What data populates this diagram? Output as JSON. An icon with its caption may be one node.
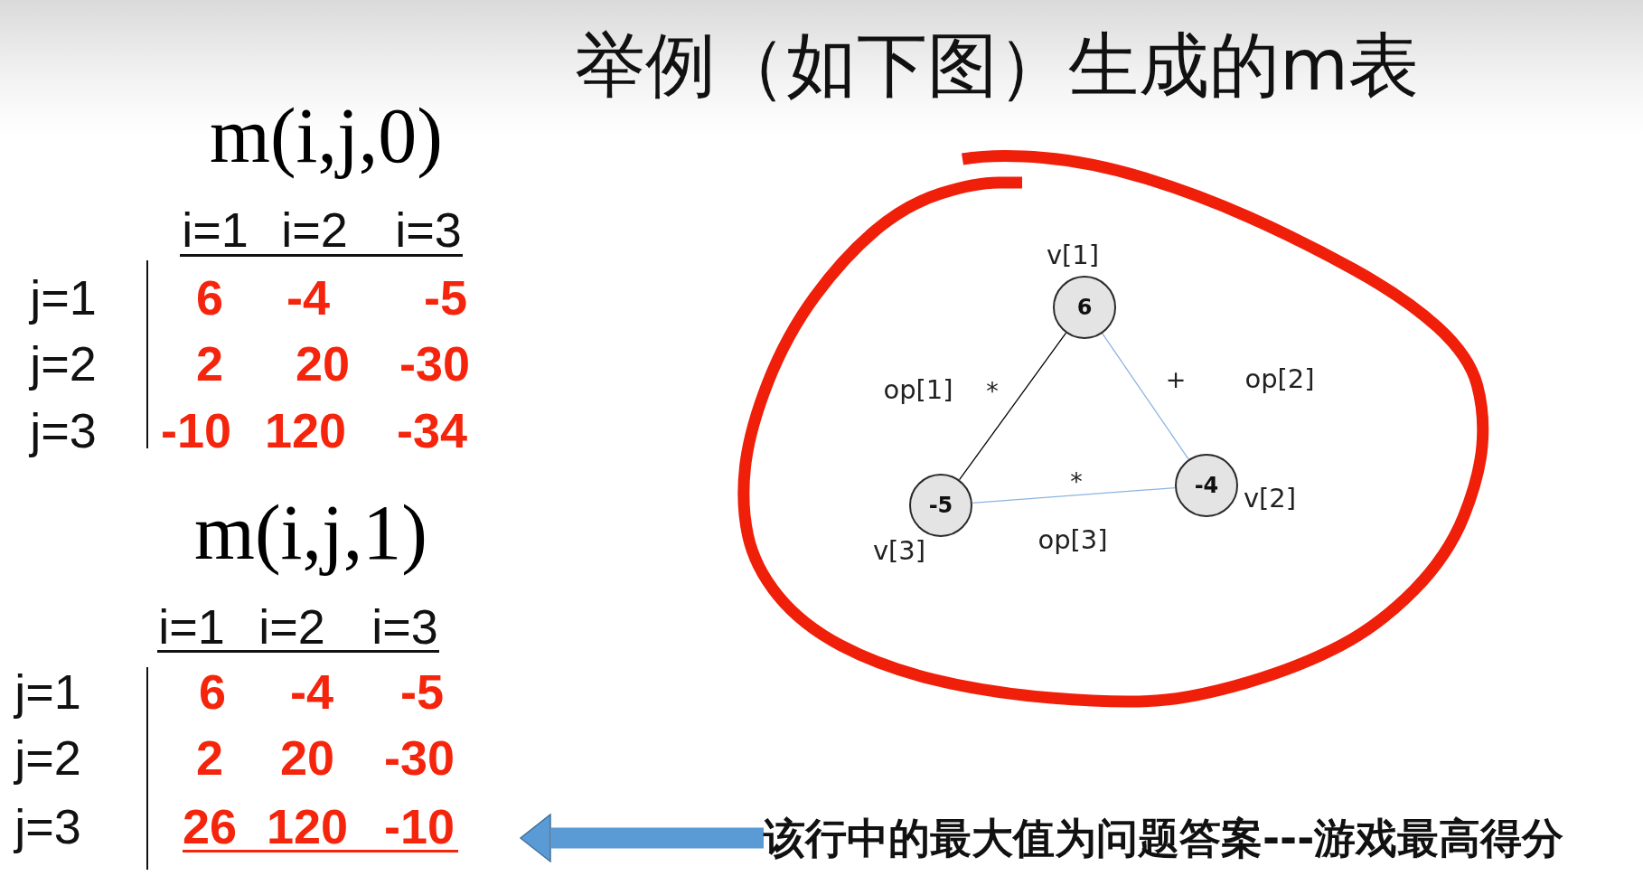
{
  "diagram": {
    "title": "举例（如下图）生成的m表",
    "nodes": [
      {
        "text": [
          "6"
        ],
        "beside": [
          "v[1]"
        ]
      },
      {
        "text": [
          "-4"
        ],
        "beside": [
          "v[2]"
        ]
      },
      {
        "text": [
          "-5"
        ],
        "beside": [
          "v[3]"
        ]
      },
      {
        "text": [
          "该行中的最大值为问题答案---游戏最高得分"
        ]
      }
    ],
    "edges": [
      {
        "from": 0,
        "to": 2,
        "arrow": "none",
        "label": "*",
        "color": "#000000"
      },
      {
        "from": 0,
        "to": 1,
        "arrow": "none",
        "label": "+"
      },
      {
        "from": 2,
        "to": 1,
        "arrow": "none",
        "label": "*"
      },
      {
        "from": 3,
        "to": null,
        "arrow": "to",
        "style": "thick",
        "color": "#5b9bd5"
      }
    ],
    "labels": [
      "m(i,j,0)",
      "i=1",
      "i=2",
      "i=3",
      "j=1",
      "6",
      "-4",
      "-5",
      "j=2",
      "2",
      "20",
      "-30",
      "j=3",
      "-10",
      "120",
      "-34",
      "m(i,j,1)",
      "i=1",
      "i=2",
      "i=3",
      "j=1",
      "6",
      "-4",
      "-5",
      "j=2",
      "2",
      "20",
      "-30",
      "j=3",
      "26",
      "120",
      "-10",
      "op[1]",
      "op[2]",
      "op[3]"
    ]
  }
}
